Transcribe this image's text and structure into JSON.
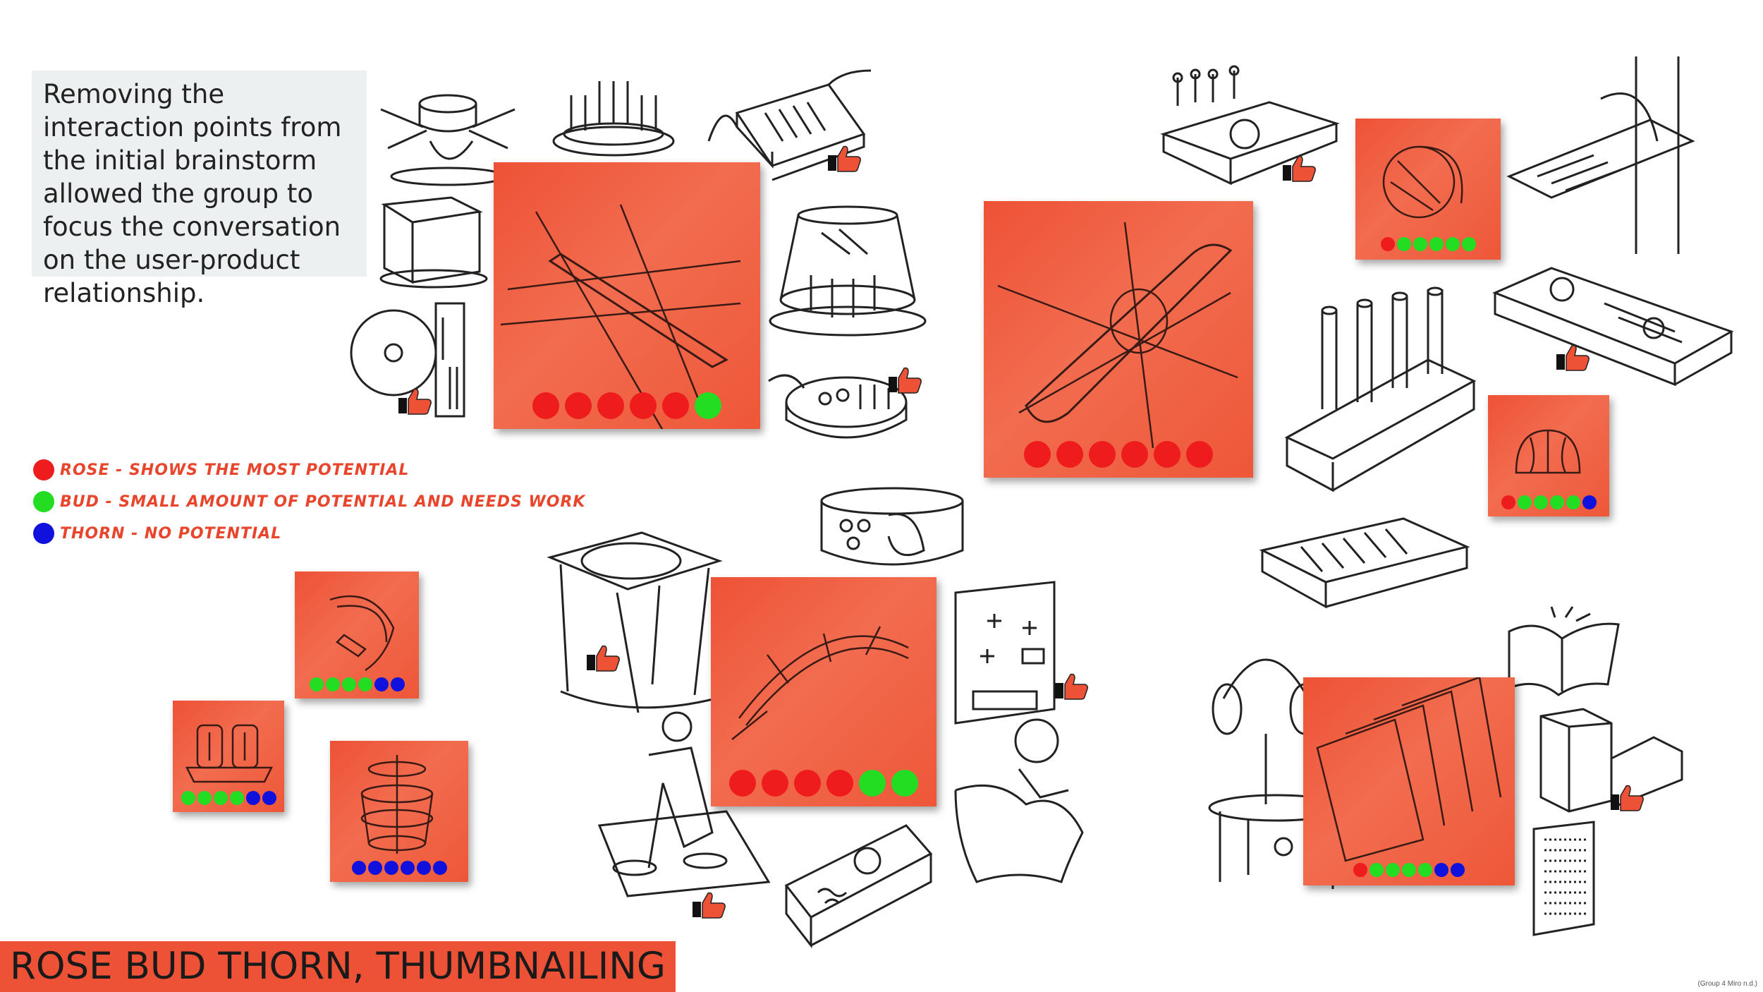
{
  "caption": "Removing the interaction points from the initial brainstorm allowed the group to focus the conversation on the user-product relationship.",
  "legend": [
    {
      "color": "#ee1c1c",
      "label": "Rose - shows the most potential"
    },
    {
      "color": "#22dd22",
      "label": "Bud - small amount of potential and needs work"
    },
    {
      "color": "#1111dd",
      "label": "Thorn - no potential"
    }
  ],
  "colors": {
    "rose": "#ee1c1c",
    "bud": "#22dd22",
    "thorn": "#1111dd",
    "note": "#ee5236"
  },
  "notes": [
    {
      "id": "track",
      "ratings": [
        "rose",
        "rose",
        "rose",
        "rose",
        "rose",
        "bud"
      ]
    },
    {
      "id": "knob-slider",
      "ratings": [
        "rose",
        "rose",
        "rose",
        "rose",
        "rose",
        "rose"
      ]
    },
    {
      "id": "rotate-dial",
      "ratings": [
        "rose",
        "bud",
        "bud",
        "bud",
        "bud",
        "bud"
      ]
    },
    {
      "id": "squeeze-ball",
      "ratings": [
        "rose",
        "bud",
        "bud",
        "bud",
        "bud",
        "thorn"
      ]
    },
    {
      "id": "crank-wheel",
      "ratings": [
        "bud",
        "bud",
        "bud",
        "bud",
        "thorn",
        "thorn"
      ]
    },
    {
      "id": "twin-cylinders",
      "ratings": [
        "bud",
        "bud",
        "bud",
        "bud",
        "thorn",
        "thorn"
      ]
    },
    {
      "id": "collapsible-lantern",
      "ratings": [
        "thorn",
        "thorn",
        "thorn",
        "thorn",
        "thorn",
        "thorn"
      ]
    },
    {
      "id": "arc-handle",
      "ratings": [
        "rose",
        "rose",
        "rose",
        "rose",
        "bud",
        "bud"
      ]
    },
    {
      "id": "panel-stack",
      "ratings": [
        "rose",
        "bud",
        "bud",
        "bud",
        "bud",
        "thorn",
        "thorn"
      ]
    }
  ],
  "thumbs_icon": "thumbs-up-icon",
  "title": "ROSE BUD THORN, THUMBNAILING",
  "credit": "(Group 4 Miro n.d.)"
}
